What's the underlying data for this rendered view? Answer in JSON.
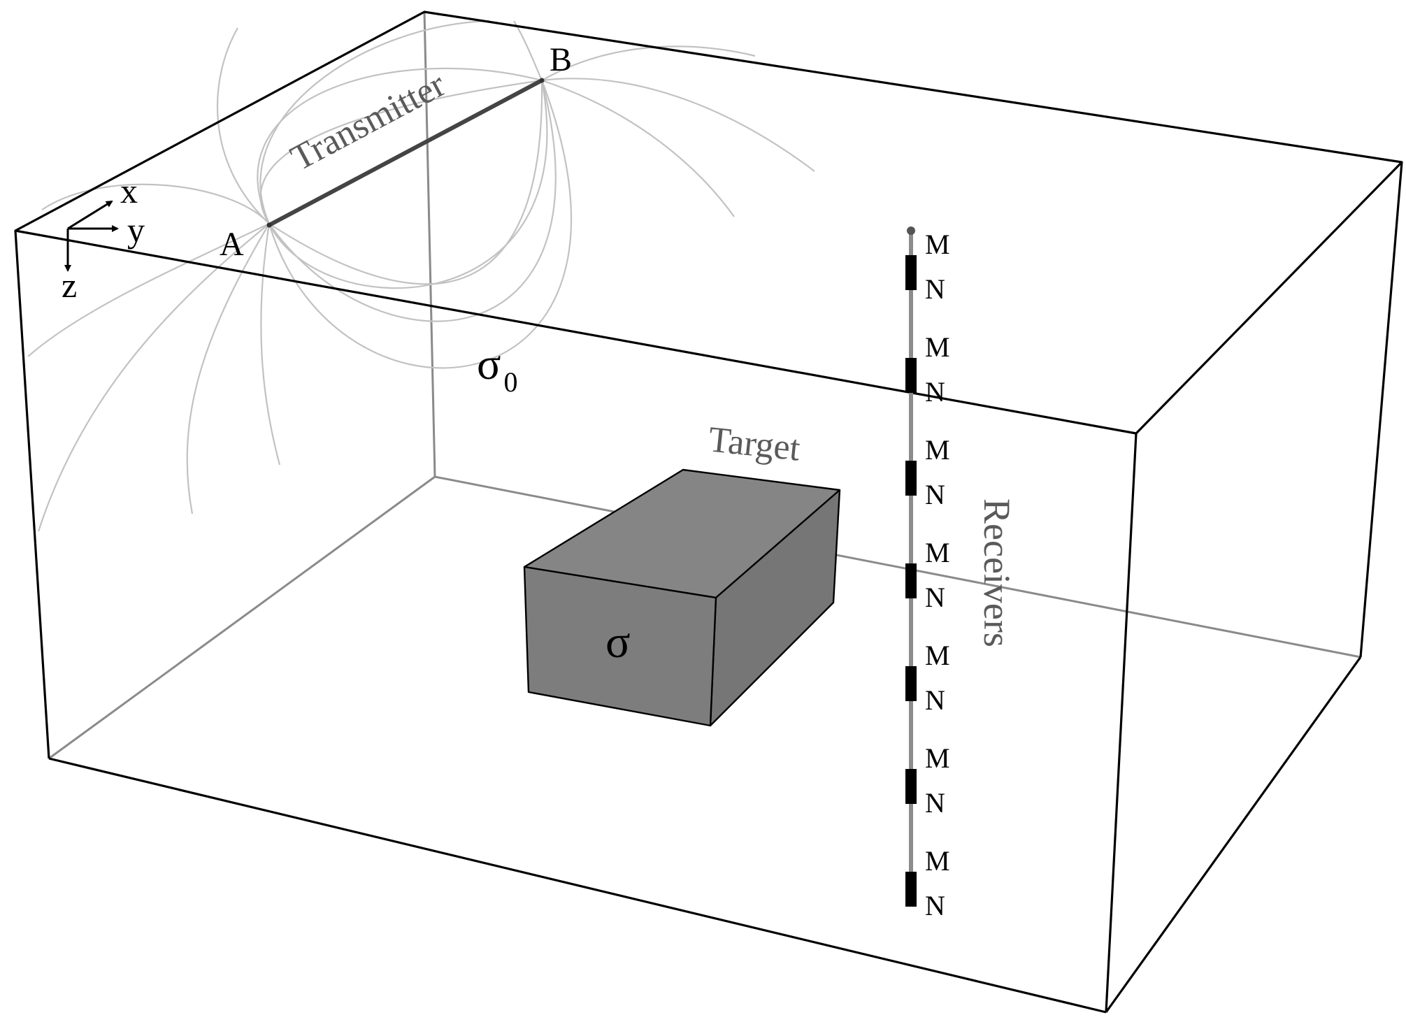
{
  "axes": {
    "x": "x",
    "y": "y",
    "z": "z"
  },
  "transmitter": {
    "label": "Transmitter",
    "electrode_a": "A",
    "electrode_b": "B"
  },
  "background": {
    "label": "σ",
    "subscript": "0"
  },
  "target": {
    "label": "Target",
    "conductivity": "σ"
  },
  "receivers": {
    "label": "Receivers",
    "pairs": [
      {
        "m": "M",
        "n": "N"
      },
      {
        "m": "M",
        "n": "N"
      },
      {
        "m": "M",
        "n": "N"
      },
      {
        "m": "M",
        "n": "N"
      },
      {
        "m": "M",
        "n": "N"
      },
      {
        "m": "M",
        "n": "N"
      },
      {
        "m": "M",
        "n": "N"
      }
    ]
  },
  "colors": {
    "front_edges": "#000000",
    "hidden_edges": "#8a8a8a",
    "field_lines": "#c2c2c2",
    "target_front": "#7d7d7d",
    "target_top": "#858585",
    "target_side": "#767676",
    "borehole": "#8c8c8c",
    "electrode": "#000000"
  }
}
